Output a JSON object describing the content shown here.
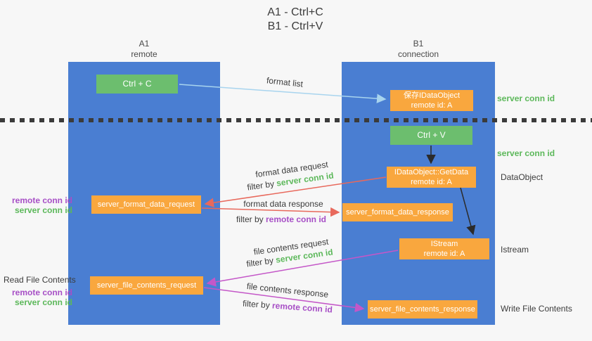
{
  "title": {
    "line1": "A1 - Ctrl+C",
    "line2": "B1 - Ctrl+V"
  },
  "lanes": {
    "a": {
      "title": "A1",
      "subtitle": "remote"
    },
    "b": {
      "title": "B1",
      "subtitle": "connection"
    }
  },
  "nodes": {
    "ctrl_c": {
      "label": "Ctrl + C"
    },
    "save_idataobject": {
      "line1": "保存IDataObject",
      "line2": "remote id: A"
    },
    "ctrl_v": {
      "label": "Ctrl + V"
    },
    "getdata": {
      "line1": "IDataObject::GetData",
      "line2": "remote id: A"
    },
    "istream": {
      "line1": "IStream",
      "line2": "remote id: A"
    },
    "format_request": {
      "label": "server_format_data_request"
    },
    "format_response": {
      "label": "server_format_data_response"
    },
    "file_request": {
      "label": "server_file_contents_request"
    },
    "file_response": {
      "label": "server_file_contents_response"
    }
  },
  "side_labels": {
    "server_conn_id": "server conn id",
    "remote_conn_id": "remote conn id",
    "data_object": "DataObject",
    "istream": "Istream",
    "read_file_contents": "Read File Contents",
    "write_file_contents": "Write File Contents"
  },
  "arrow_labels": {
    "format_list": "format list",
    "format_data_request": "format data request",
    "format_data_response": "format data response",
    "file_contents_request": "file contents request",
    "file_contents_response": "file contents response",
    "filter_by": "filter by"
  },
  "colors": {
    "lane_blue": "#4a7ed2",
    "node_green": "#6cbe6e",
    "node_orange": "#f9a73e",
    "arrow_blue": "#a8d4ee",
    "arrow_red": "#e8695c",
    "arrow_magenta": "#c457c8",
    "arrow_black": "#2b2b2b",
    "separator_dark": "#3b3b3b",
    "text_green": "#5cb85a",
    "text_purple": "#a74fc6"
  }
}
